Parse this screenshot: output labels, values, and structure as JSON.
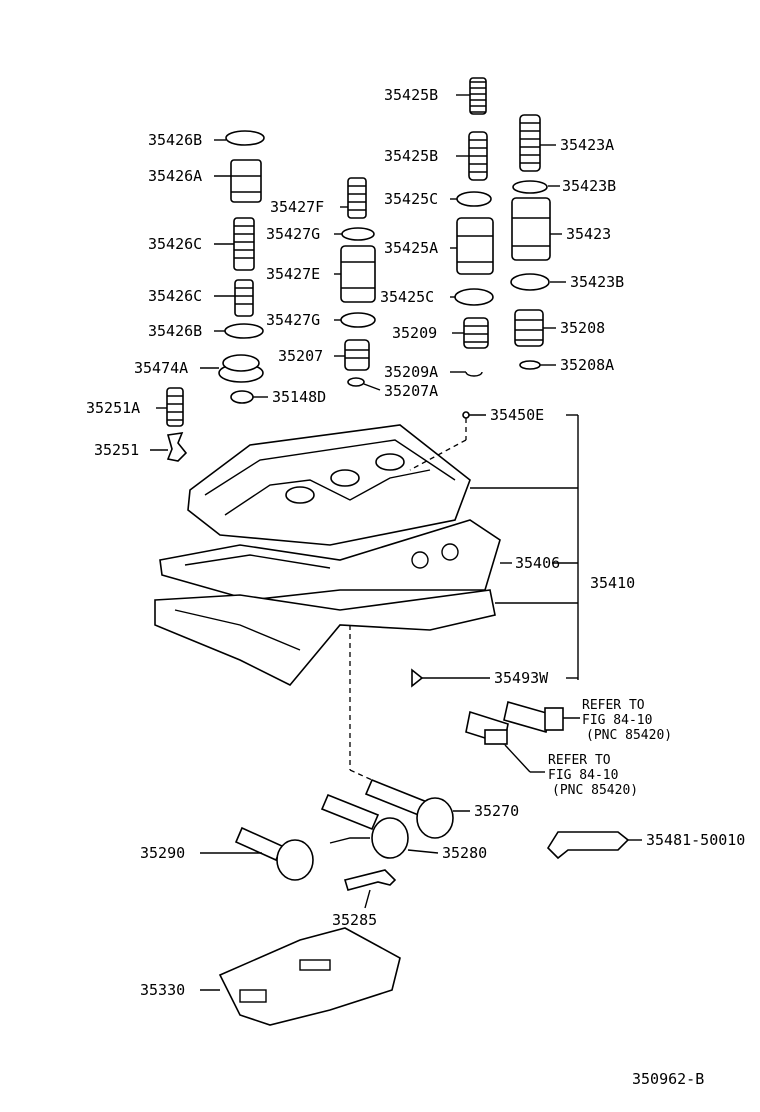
{
  "diagram": {
    "figure_code": "350962-B",
    "parts": [
      {
        "id": "p_35425B_1",
        "text": "35425B"
      },
      {
        "id": "p_35426B_1",
        "text": "35426B"
      },
      {
        "id": "p_35425B_2",
        "text": "35425B"
      },
      {
        "id": "p_35423A",
        "text": "35423A"
      },
      {
        "id": "p_35426A",
        "text": "35426A"
      },
      {
        "id": "p_35423B_1",
        "text": "35423B"
      },
      {
        "id": "p_35427F",
        "text": "35427F"
      },
      {
        "id": "p_35425C_1",
        "text": "35425C"
      },
      {
        "id": "p_35427G_1",
        "text": "35427G"
      },
      {
        "id": "p_35426C_1",
        "text": "35426C"
      },
      {
        "id": "p_35425A",
        "text": "35425A"
      },
      {
        "id": "p_35423",
        "text": "35423"
      },
      {
        "id": "p_35427E",
        "text": "35427E"
      },
      {
        "id": "p_35423B_2",
        "text": "35423B"
      },
      {
        "id": "p_35426C_2",
        "text": "35426C"
      },
      {
        "id": "p_35425C_2",
        "text": "35425C"
      },
      {
        "id": "p_35427G_2",
        "text": "35427G"
      },
      {
        "id": "p_35426B_2",
        "text": "35426B"
      },
      {
        "id": "p_35209",
        "text": "35209"
      },
      {
        "id": "p_35208",
        "text": "35208"
      },
      {
        "id": "p_35207",
        "text": "35207"
      },
      {
        "id": "p_35474A",
        "text": "35474A"
      },
      {
        "id": "p_35209A",
        "text": "35209A"
      },
      {
        "id": "p_35208A",
        "text": "35208A"
      },
      {
        "id": "p_35207A",
        "text": "35207A"
      },
      {
        "id": "p_35148D",
        "text": "35148D"
      },
      {
        "id": "p_35251A",
        "text": "35251A"
      },
      {
        "id": "p_35450E",
        "text": "35450E"
      },
      {
        "id": "p_35251",
        "text": "35251"
      },
      {
        "id": "p_35406",
        "text": "35406"
      },
      {
        "id": "p_35410",
        "text": "35410"
      },
      {
        "id": "p_35493W",
        "text": "35493W"
      },
      {
        "id": "p_35270",
        "text": "35270"
      },
      {
        "id": "p_35290",
        "text": "35290"
      },
      {
        "id": "p_35280",
        "text": "35280"
      },
      {
        "id": "p_35481",
        "text": "35481-50010"
      },
      {
        "id": "p_35285",
        "text": "35285"
      },
      {
        "id": "p_35330",
        "text": "35330"
      }
    ],
    "references": [
      {
        "line1": "REFER TO",
        "line2": "FIG 84-10",
        "line3": "(PNC 85420)"
      },
      {
        "line1": "REFER TO",
        "line2": "FIG 84-10",
        "line3": "(PNC 85420)"
      }
    ]
  }
}
